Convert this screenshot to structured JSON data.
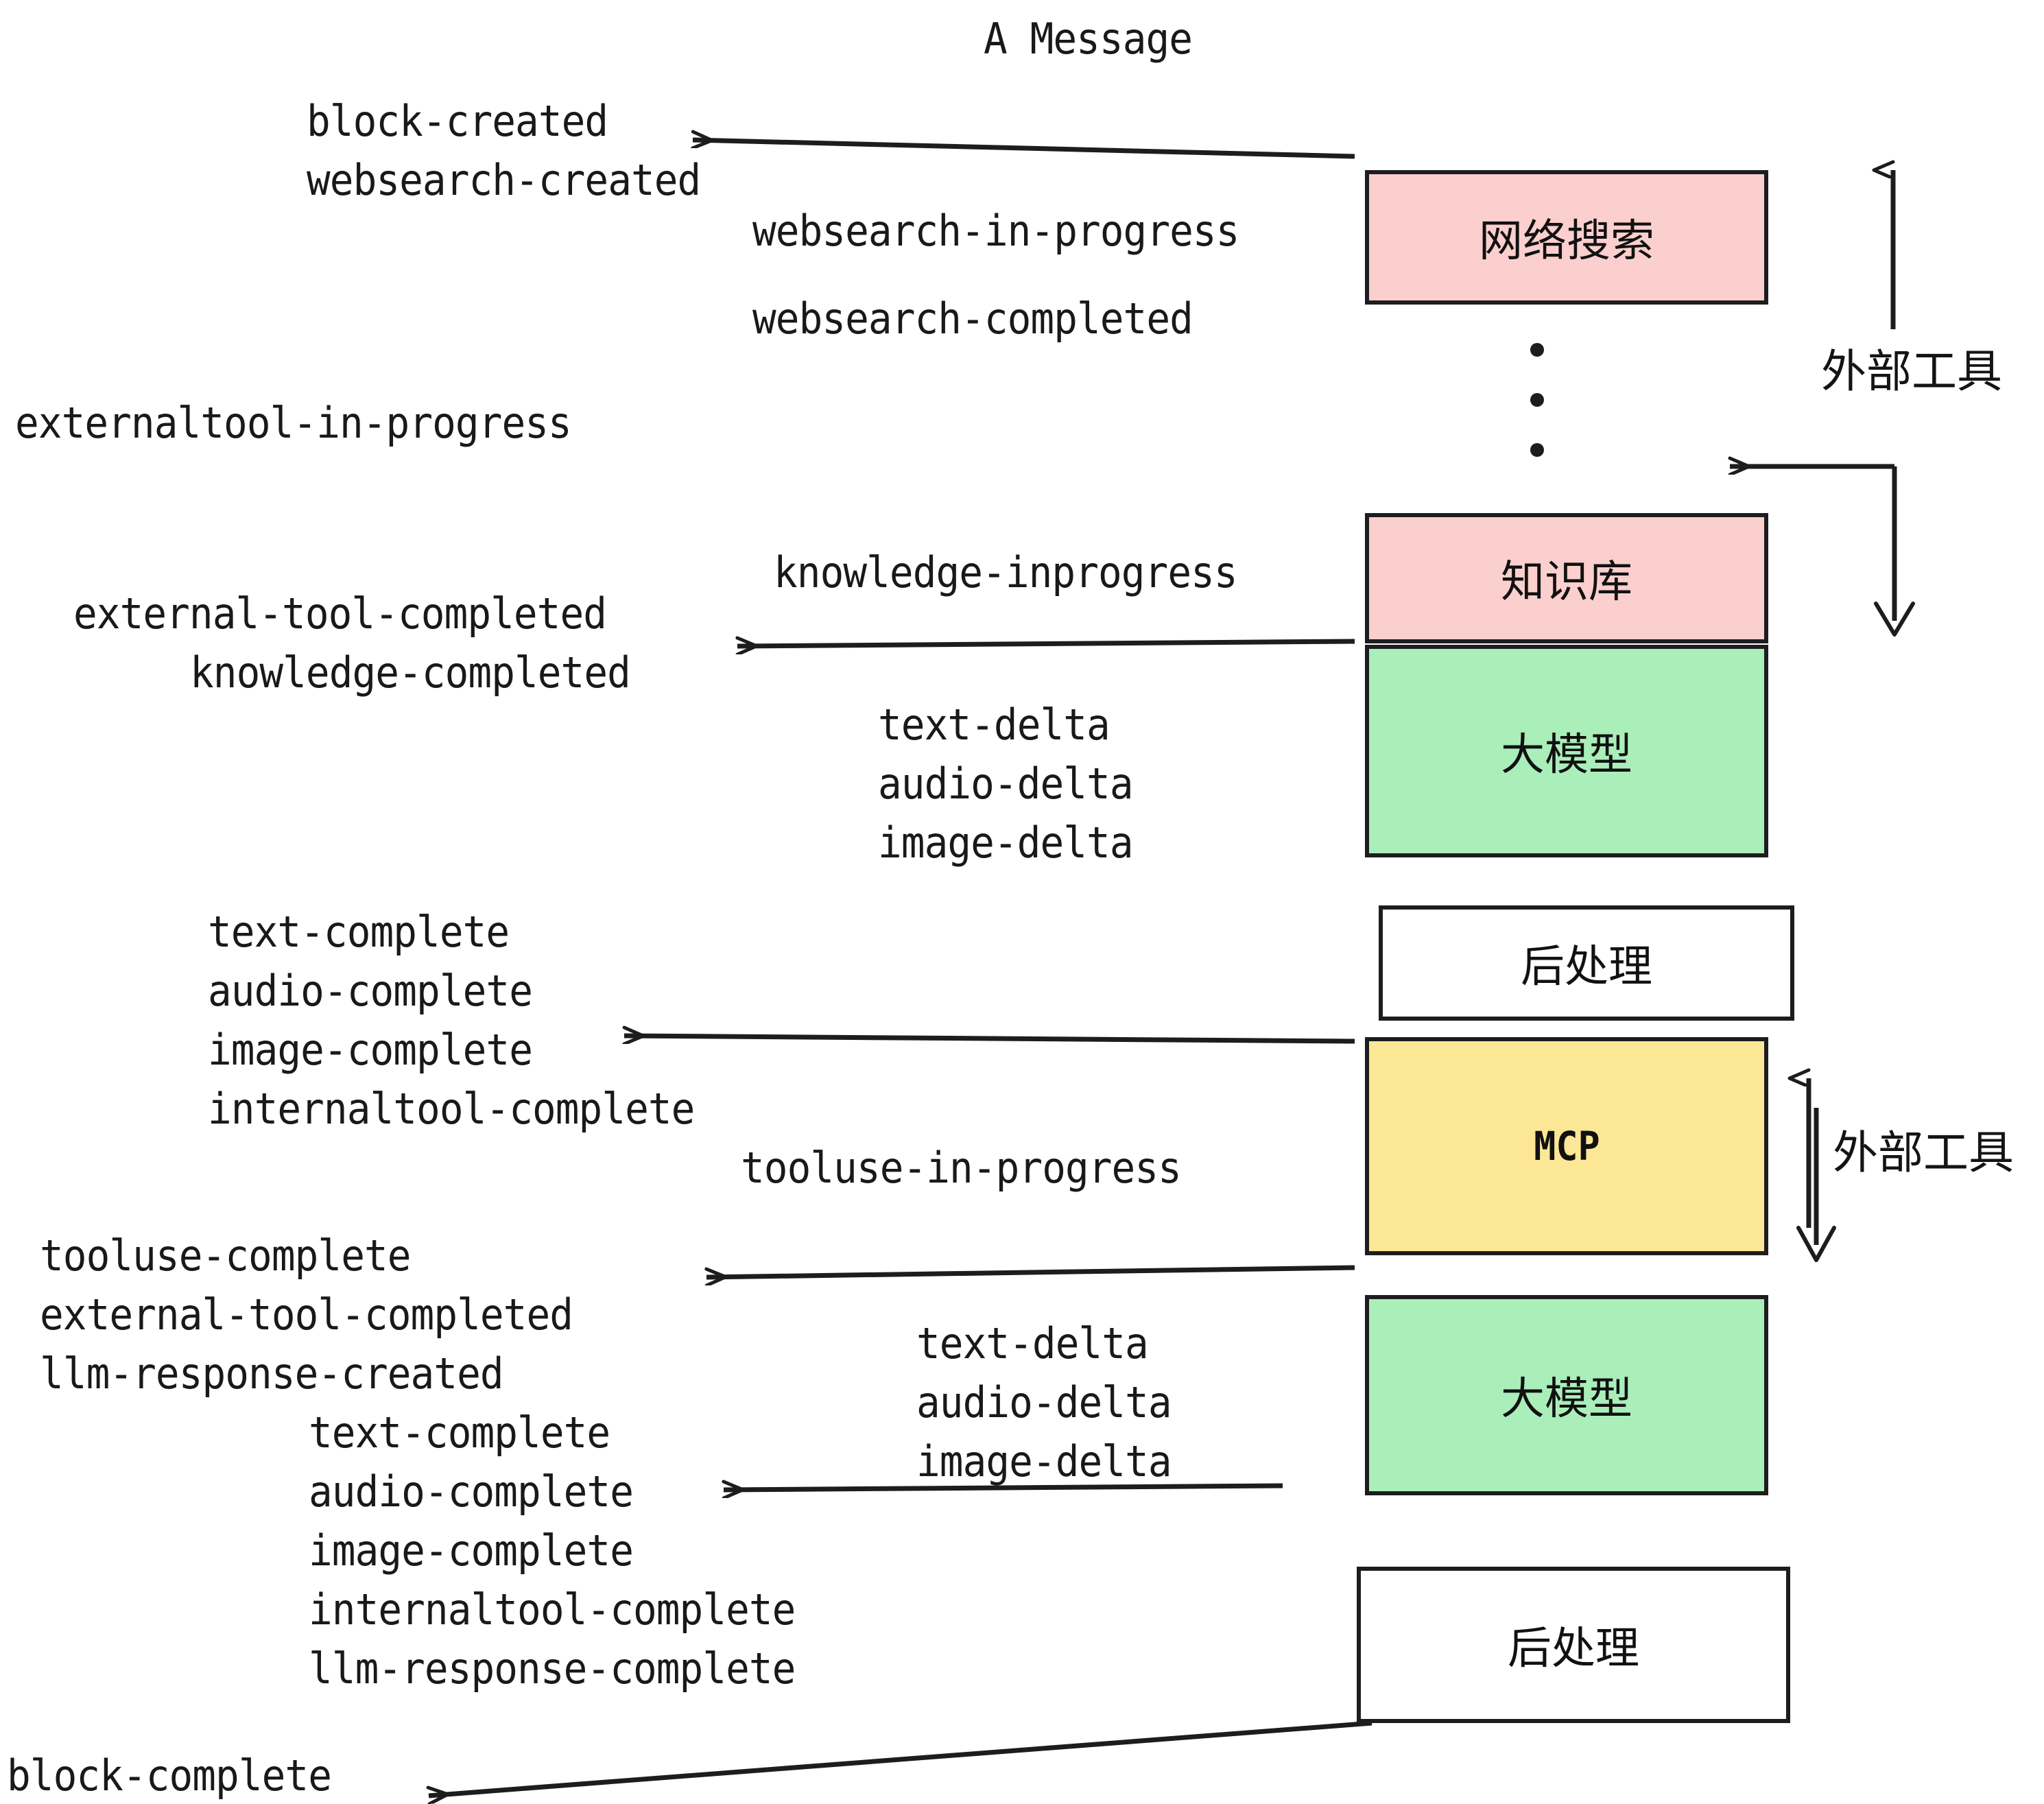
{
  "diagram": {
    "title": "A Message",
    "colors": {
      "external_tool_fill": "#fbcfcd",
      "llm_fill": "#aaeeba",
      "mcp_fill": "#fce796",
      "postprocess_fill": "#ffffff",
      "stroke": "#1d1d1f",
      "text": "#18191a",
      "background": "#ffffff"
    },
    "boxes": [
      {
        "id": "websearch",
        "label": "网络搜索",
        "fill": "#fbcfcd"
      },
      {
        "id": "knowledgebase",
        "label": "知识库",
        "fill": "#fbcfcd"
      },
      {
        "id": "llm-1",
        "label": "大模型",
        "fill": "#aaeeba"
      },
      {
        "id": "postprocess-1",
        "label": "后处理",
        "fill": "#ffffff"
      },
      {
        "id": "mcp",
        "label": "MCP",
        "fill": "#fce796"
      },
      {
        "id": "llm-2",
        "label": "大模型",
        "fill": "#aaeeba"
      },
      {
        "id": "postprocess-2",
        "label": "后处理",
        "fill": "#ffffff"
      }
    ],
    "side_labels": [
      {
        "id": "external-tool-top",
        "label": "外部工具"
      },
      {
        "id": "external-tool-bottom",
        "label": "外部工具"
      }
    ],
    "events": {
      "block_created": "block-created",
      "websearch_created": "websearch-created",
      "websearch_in_progress": "websearch-in-progress",
      "websearch_completed": "websearch-completed",
      "externaltool_in_progress": "externaltool-in-progress",
      "knowledge_inprogress": "knowledge-inprogress",
      "external_tool_completed_1": "external-tool-completed",
      "knowledge_completed": "knowledge-completed",
      "text_delta_1": "text-delta",
      "audio_delta_1": "audio-delta",
      "image_delta_1": "image-delta",
      "text_complete_1": "text-complete",
      "audio_complete_1": "audio-complete",
      "image_complete_1": "image-complete",
      "internaltool_complete_1": "internaltool-complete",
      "tooluse_in_progress": "tooluse-in-progress",
      "tooluse_complete": "tooluse-complete",
      "external_tool_completed_2": "external-tool-completed",
      "llm_response_created": "llm-response-created",
      "text_delta_2": "text-delta",
      "audio_delta_2": "audio-delta",
      "image_delta_2": "image-delta",
      "text_complete_2": "text-complete",
      "audio_complete_2": "audio-complete",
      "image_complete_2": "image-complete",
      "internaltool_complete_2": "internaltool-complete",
      "llm_response_complete": "llm-response-complete",
      "block_complete": "block-complete"
    }
  }
}
